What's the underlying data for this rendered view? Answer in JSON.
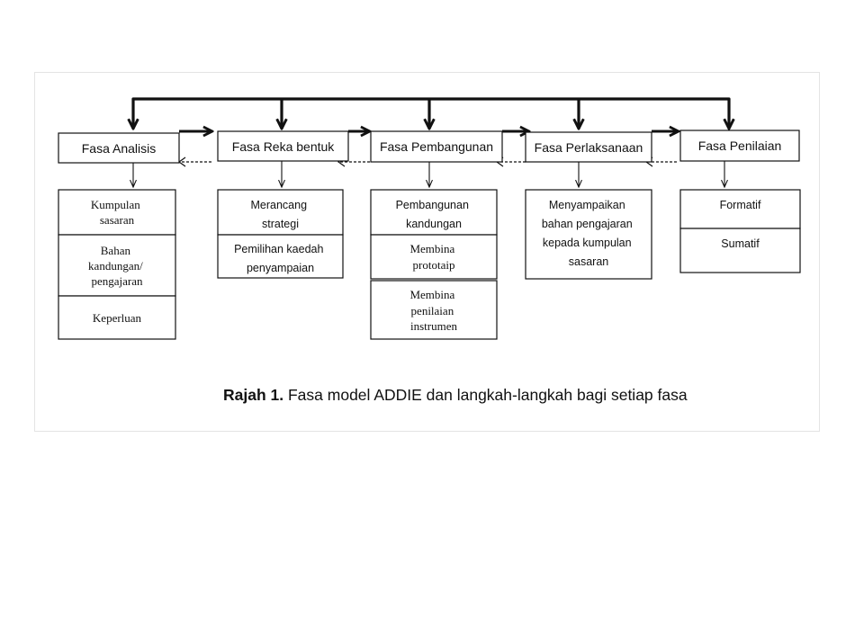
{
  "phases": [
    {
      "label": "Fasa Analisis",
      "steps": [
        {
          "lines": [
            "Kumpulan",
            "sasaran"
          ]
        },
        {
          "lines": [
            "Bahan",
            "kandungan/",
            "pengajaran"
          ]
        },
        {
          "lines": [
            "Keperluan"
          ]
        }
      ]
    },
    {
      "label": "Fasa Reka bentuk",
      "steps": [
        {
          "lines": [
            "Merancang",
            "strategi"
          ]
        },
        {
          "lines": [
            "Pemilihan kaedah",
            "penyampaian"
          ]
        }
      ]
    },
    {
      "label": "Fasa Pembangunan",
      "steps": [
        {
          "lines": [
            "Pembangunan",
            "kandungan"
          ]
        },
        {
          "lines": [
            "Membina",
            "prototaip"
          ]
        },
        {
          "lines": [
            "Membina",
            "penilaian",
            "instrumen"
          ]
        }
      ]
    },
    {
      "label": "Fasa Perlaksanaan",
      "steps": [
        {
          "lines": [
            "Menyampaikan",
            "bahan pengajaran",
            "kepada kumpulan",
            "sasaran"
          ]
        }
      ]
    },
    {
      "label": "Fasa Penilaian",
      "steps": [
        {
          "lines": [
            "Formatif"
          ]
        },
        {
          "lines": [
            "Sumatif"
          ]
        }
      ]
    }
  ],
  "caption": {
    "bold": "Rajah 1.",
    "text": " Fasa model ADDIE dan langkah-langkah bagi setiap fasa"
  }
}
